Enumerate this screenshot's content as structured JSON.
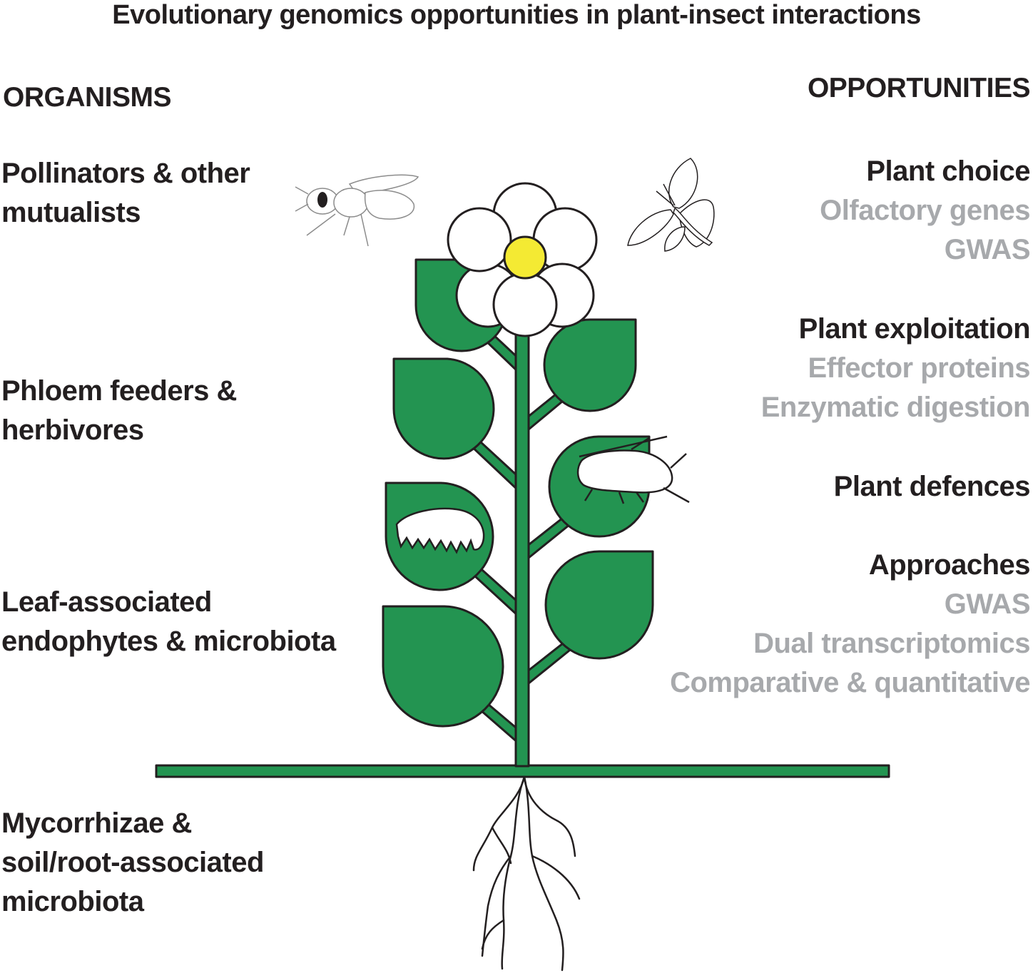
{
  "title": "Evolutionary genomics opportunities in plant-insect interactions",
  "organisms": {
    "header": "ORGANISMS",
    "items": [
      {
        "lines": [
          "Pollinators & other",
          "mutualists"
        ]
      },
      {
        "lines": [
          "Phloem feeders &",
          "herbivores"
        ]
      },
      {
        "lines": [
          "Leaf-associated",
          "endophytes & microbiota"
        ]
      },
      {
        "lines": [
          "Mycorrhizae &",
          "soil/root-associated",
          "microbiota"
        ]
      }
    ]
  },
  "opportunities": {
    "header": "OPPORTUNITIES",
    "groups": [
      {
        "heading": "Plant choice",
        "subitems": [
          "Olfactory genes",
          "GWAS"
        ]
      },
      {
        "heading": "Plant exploitation",
        "subitems": [
          "Effector proteins",
          "Enzymatic digestion"
        ]
      },
      {
        "heading": "Plant defences",
        "subitems": []
      },
      {
        "heading": "Approaches",
        "subitems": [
          "GWAS",
          "Dual transcriptomics",
          "Comparative & quantitative"
        ]
      }
    ]
  },
  "colors": {
    "leaf_green": "#239451",
    "flower_center": "#f4ea33",
    "outline": "#231f20",
    "subitem_gray": "#a7a9ac"
  },
  "icons": [
    "bee-icon",
    "moth-icon",
    "aphid-icon",
    "caterpillar-icon",
    "flower-icon",
    "roots-icon"
  ]
}
